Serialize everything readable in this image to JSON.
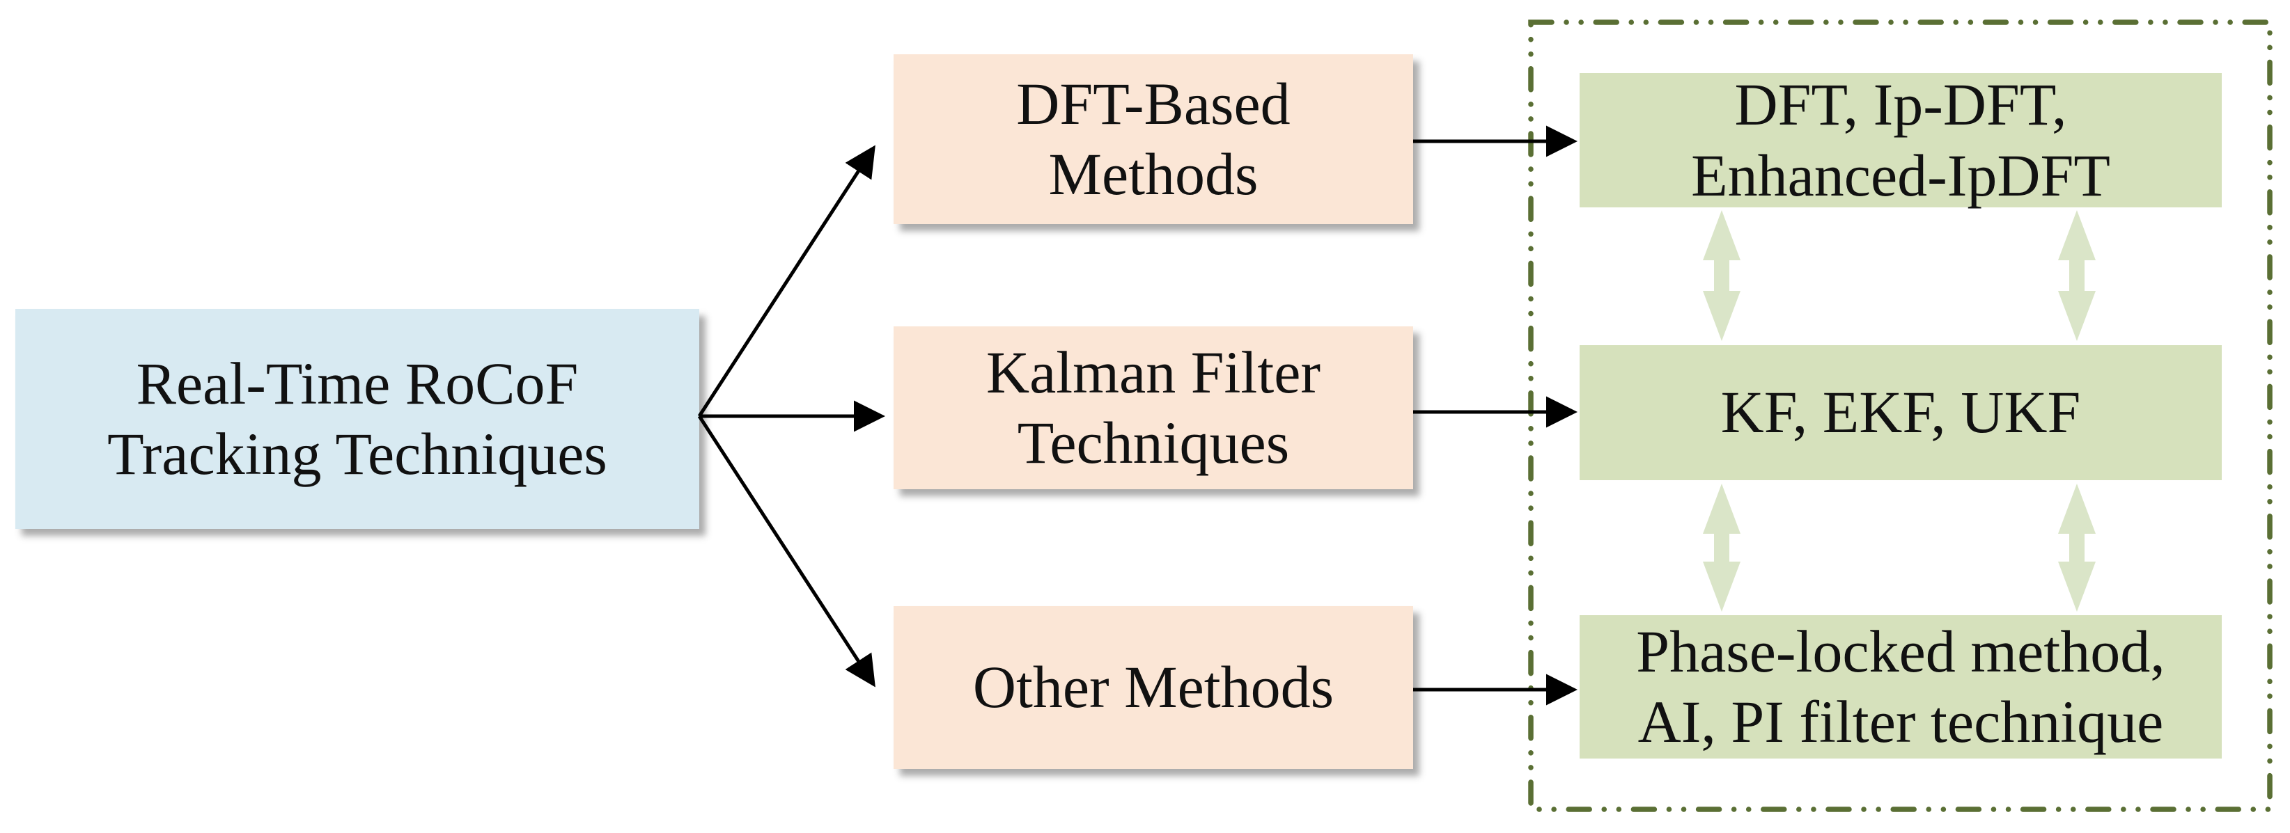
{
  "root_box": {
    "label": "Real-Time RoCoF\nTracking Techniques"
  },
  "method_boxes": [
    {
      "label": "DFT-Based\nMethods"
    },
    {
      "label": "Kalman Filter\nTechniques"
    },
    {
      "label": "Other Methods"
    }
  ],
  "detail_boxes": [
    {
      "label": "DFT, Ip-DFT,\nEnhanced-IpDFT"
    },
    {
      "label": "KF, EKF, UKF"
    },
    {
      "label": "Phase-locked method,\nAI, PI filter technique"
    }
  ],
  "colors": {
    "root_fill": "#D8EAF2",
    "method_fill": "#FBE6D6",
    "detail_fill": "#D6E1BC",
    "double_arrow_fill": "#DAE5C8",
    "group_border": "#5A6F34",
    "connector": "#000000",
    "text": "#111111"
  }
}
